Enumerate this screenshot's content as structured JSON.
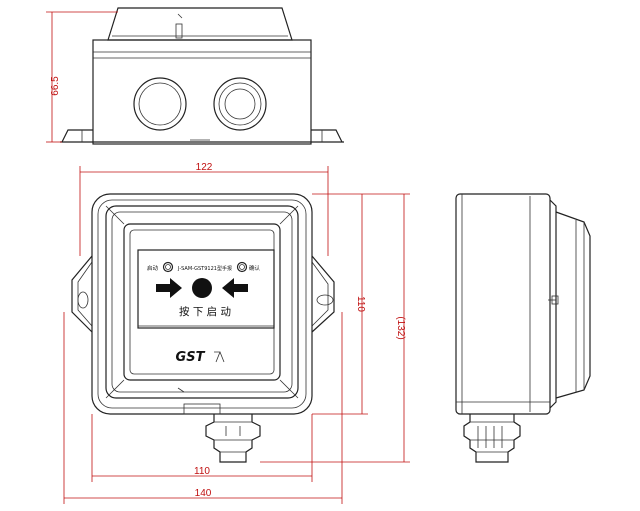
{
  "dimensions": {
    "height_top": "66.5",
    "width_outer": "122",
    "height_front": "110",
    "height_total": "(132)",
    "width_inner": "110",
    "width_total": "140"
  },
  "panel": {
    "label_left": "启动",
    "label_model": "J-SAM-GST9121型手报",
    "label_right": "确认",
    "press_text": "按 下 启 动",
    "brand": "GST"
  },
  "colors": {
    "dimension_line": "#c01010",
    "outline": "#222222"
  }
}
